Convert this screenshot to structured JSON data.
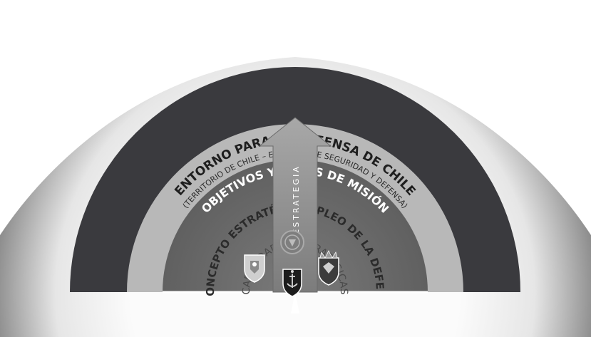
{
  "diagram": {
    "outer_band": {
      "title": "ENTORNO PARA LA DEFENSA DE CHILE",
      "subtitle": "(TERRITORIO  DE CHILE – ENTORNO DE SEGURIDAD Y DEFENSA)"
    },
    "dark_band": {
      "title": "OBJETIVOS Y ÁREAS DE MISIÓN"
    },
    "concept_band": {
      "left_text": "CONCEPTO ESTRATÉGICO",
      "right_text": "DE EMPLEO DE LA DEFENSA"
    },
    "inner_core": {
      "title": "CAPACIDADES ESTRATÉGICAS",
      "emblems": [
        "army-emblem-icon",
        "joint-staff-emblem-icon",
        "navy-emblem-icon",
        "air-force-emblem-icon"
      ]
    },
    "arrow": {
      "label": "ESTRATEGIA"
    },
    "colors": {
      "outer_light": "#f2f2f2",
      "outer_edge": "#9a9a9a",
      "dark_band": "#3a3a3e",
      "concept_band": "#b9b9b9",
      "core": "#6e6e6e",
      "arrow": "#8a8a8a"
    }
  }
}
